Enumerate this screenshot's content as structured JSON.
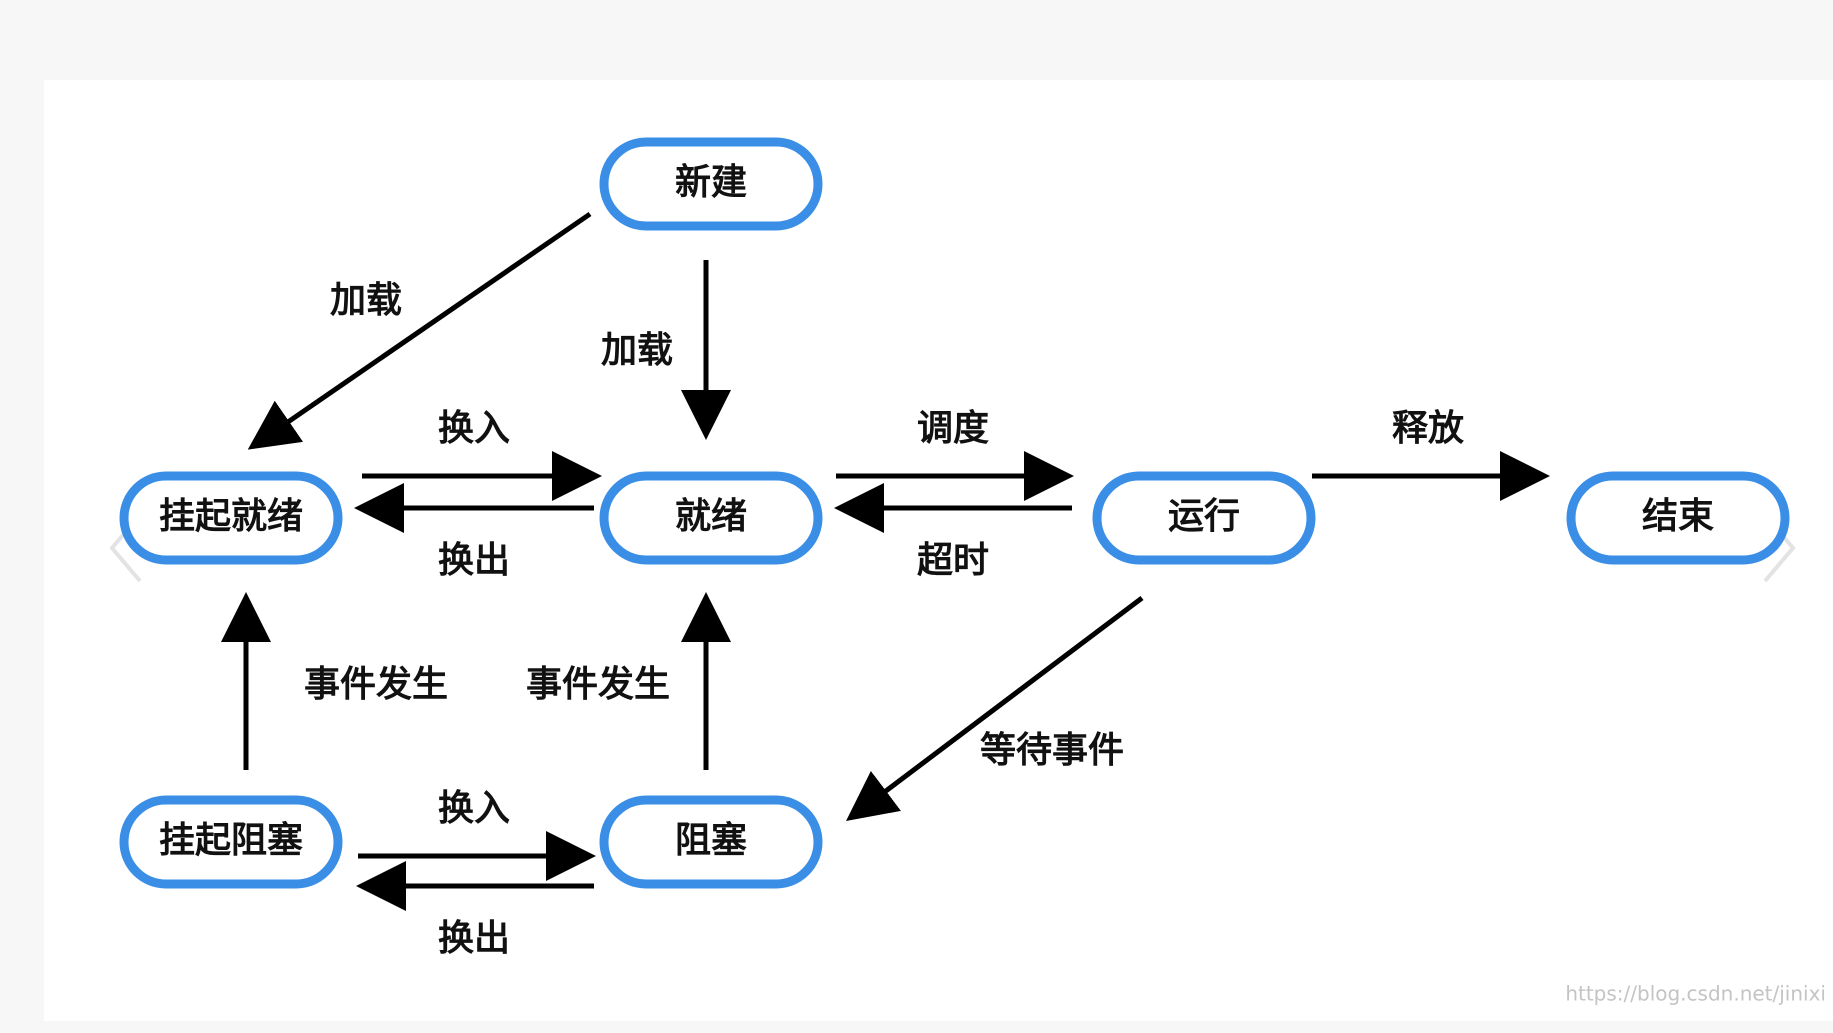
{
  "nodes": {
    "new": "新建",
    "suspend_ready": "挂起就绪",
    "ready": "就绪",
    "running": "运行",
    "end": "结束",
    "suspend_blocked": "挂起阻塞",
    "blocked": "阻塞"
  },
  "edges": {
    "new_to_suspend_ready": "加载",
    "new_to_ready": "加载",
    "suspend_ready_to_ready": "换入",
    "ready_to_suspend_ready": "换出",
    "ready_to_running": "调度",
    "running_to_ready": "超时",
    "running_to_end": "释放",
    "suspend_blocked_to_suspend_ready": "事件发生",
    "blocked_to_ready": "事件发生",
    "running_to_blocked": "等待事件",
    "suspend_blocked_to_blocked": "换入",
    "blocked_to_suspend_blocked": "换出"
  },
  "watermark": "https://blog.csdn.net/jinixi",
  "colors": {
    "node_border": "#3a8ee6",
    "arrow": "#000000",
    "text": "#111111"
  }
}
